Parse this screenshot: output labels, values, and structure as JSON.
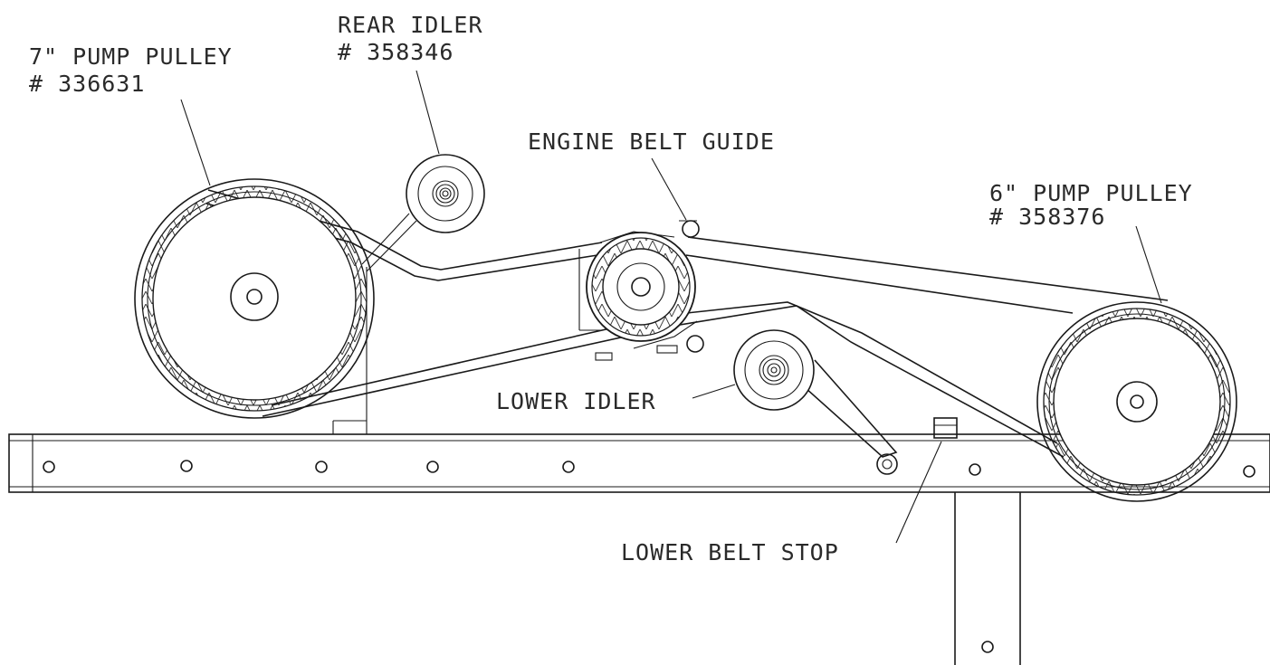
{
  "labels": {
    "pump_pulley_7": {
      "line1": "7\" PUMP PULLEY",
      "line2": "# 336631"
    },
    "rear_idler": {
      "line1": "REAR IDLER",
      "line2": "# 358346"
    },
    "engine_belt_guide": "ENGINE BELT GUIDE",
    "pump_pulley_6": {
      "line1": "6\" PUMP PULLEY",
      "line2": "# 358376"
    },
    "lower_idler": "LOWER IDLER",
    "lower_belt_stop": "LOWER BELT STOP"
  }
}
